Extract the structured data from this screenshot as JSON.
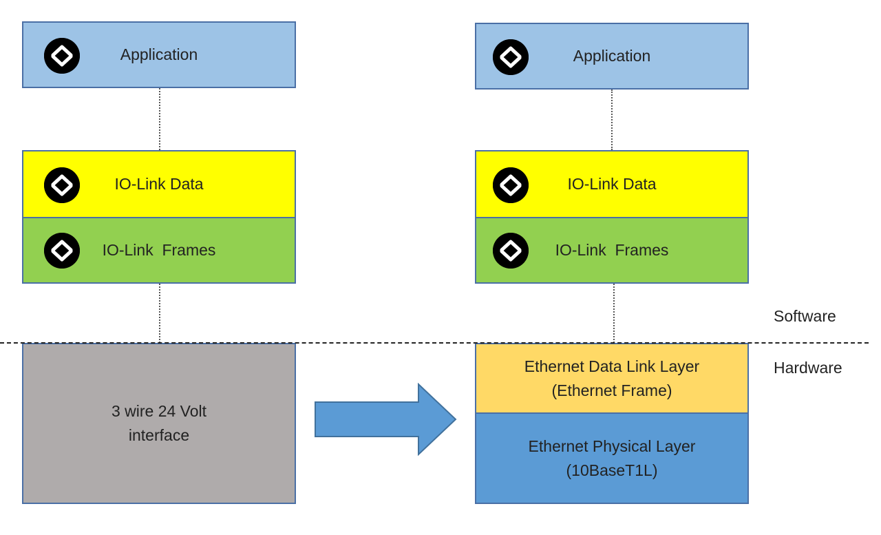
{
  "left_stack": {
    "application": "Application",
    "iolink_data": "IO-Link Data",
    "iolink_frames": "IO-Link  Frames",
    "interface_line1": "3 wire 24 Volt",
    "interface_line2": "interface"
  },
  "right_stack": {
    "application": "Application",
    "iolink_data": "IO-Link Data",
    "iolink_frames": "IO-Link  Frames",
    "datalink_line1": "Ethernet Data Link Layer",
    "datalink_line2": "(Ethernet Frame)",
    "physical_line1": "Ethernet Physical Layer",
    "physical_line2": "(10BaseT1L)"
  },
  "divider": {
    "software": "Software",
    "hardware": "Hardware"
  },
  "colors": {
    "application": "#9dc3e6",
    "iolink_data": "#ffff00",
    "iolink_frames": "#92d050",
    "interface": "#afabab",
    "datalink": "#ffd966",
    "physical": "#5b9bd5",
    "arrow": "#5b9bd5"
  },
  "icons": {
    "layer_icon": "exchange-arrows-icon"
  }
}
